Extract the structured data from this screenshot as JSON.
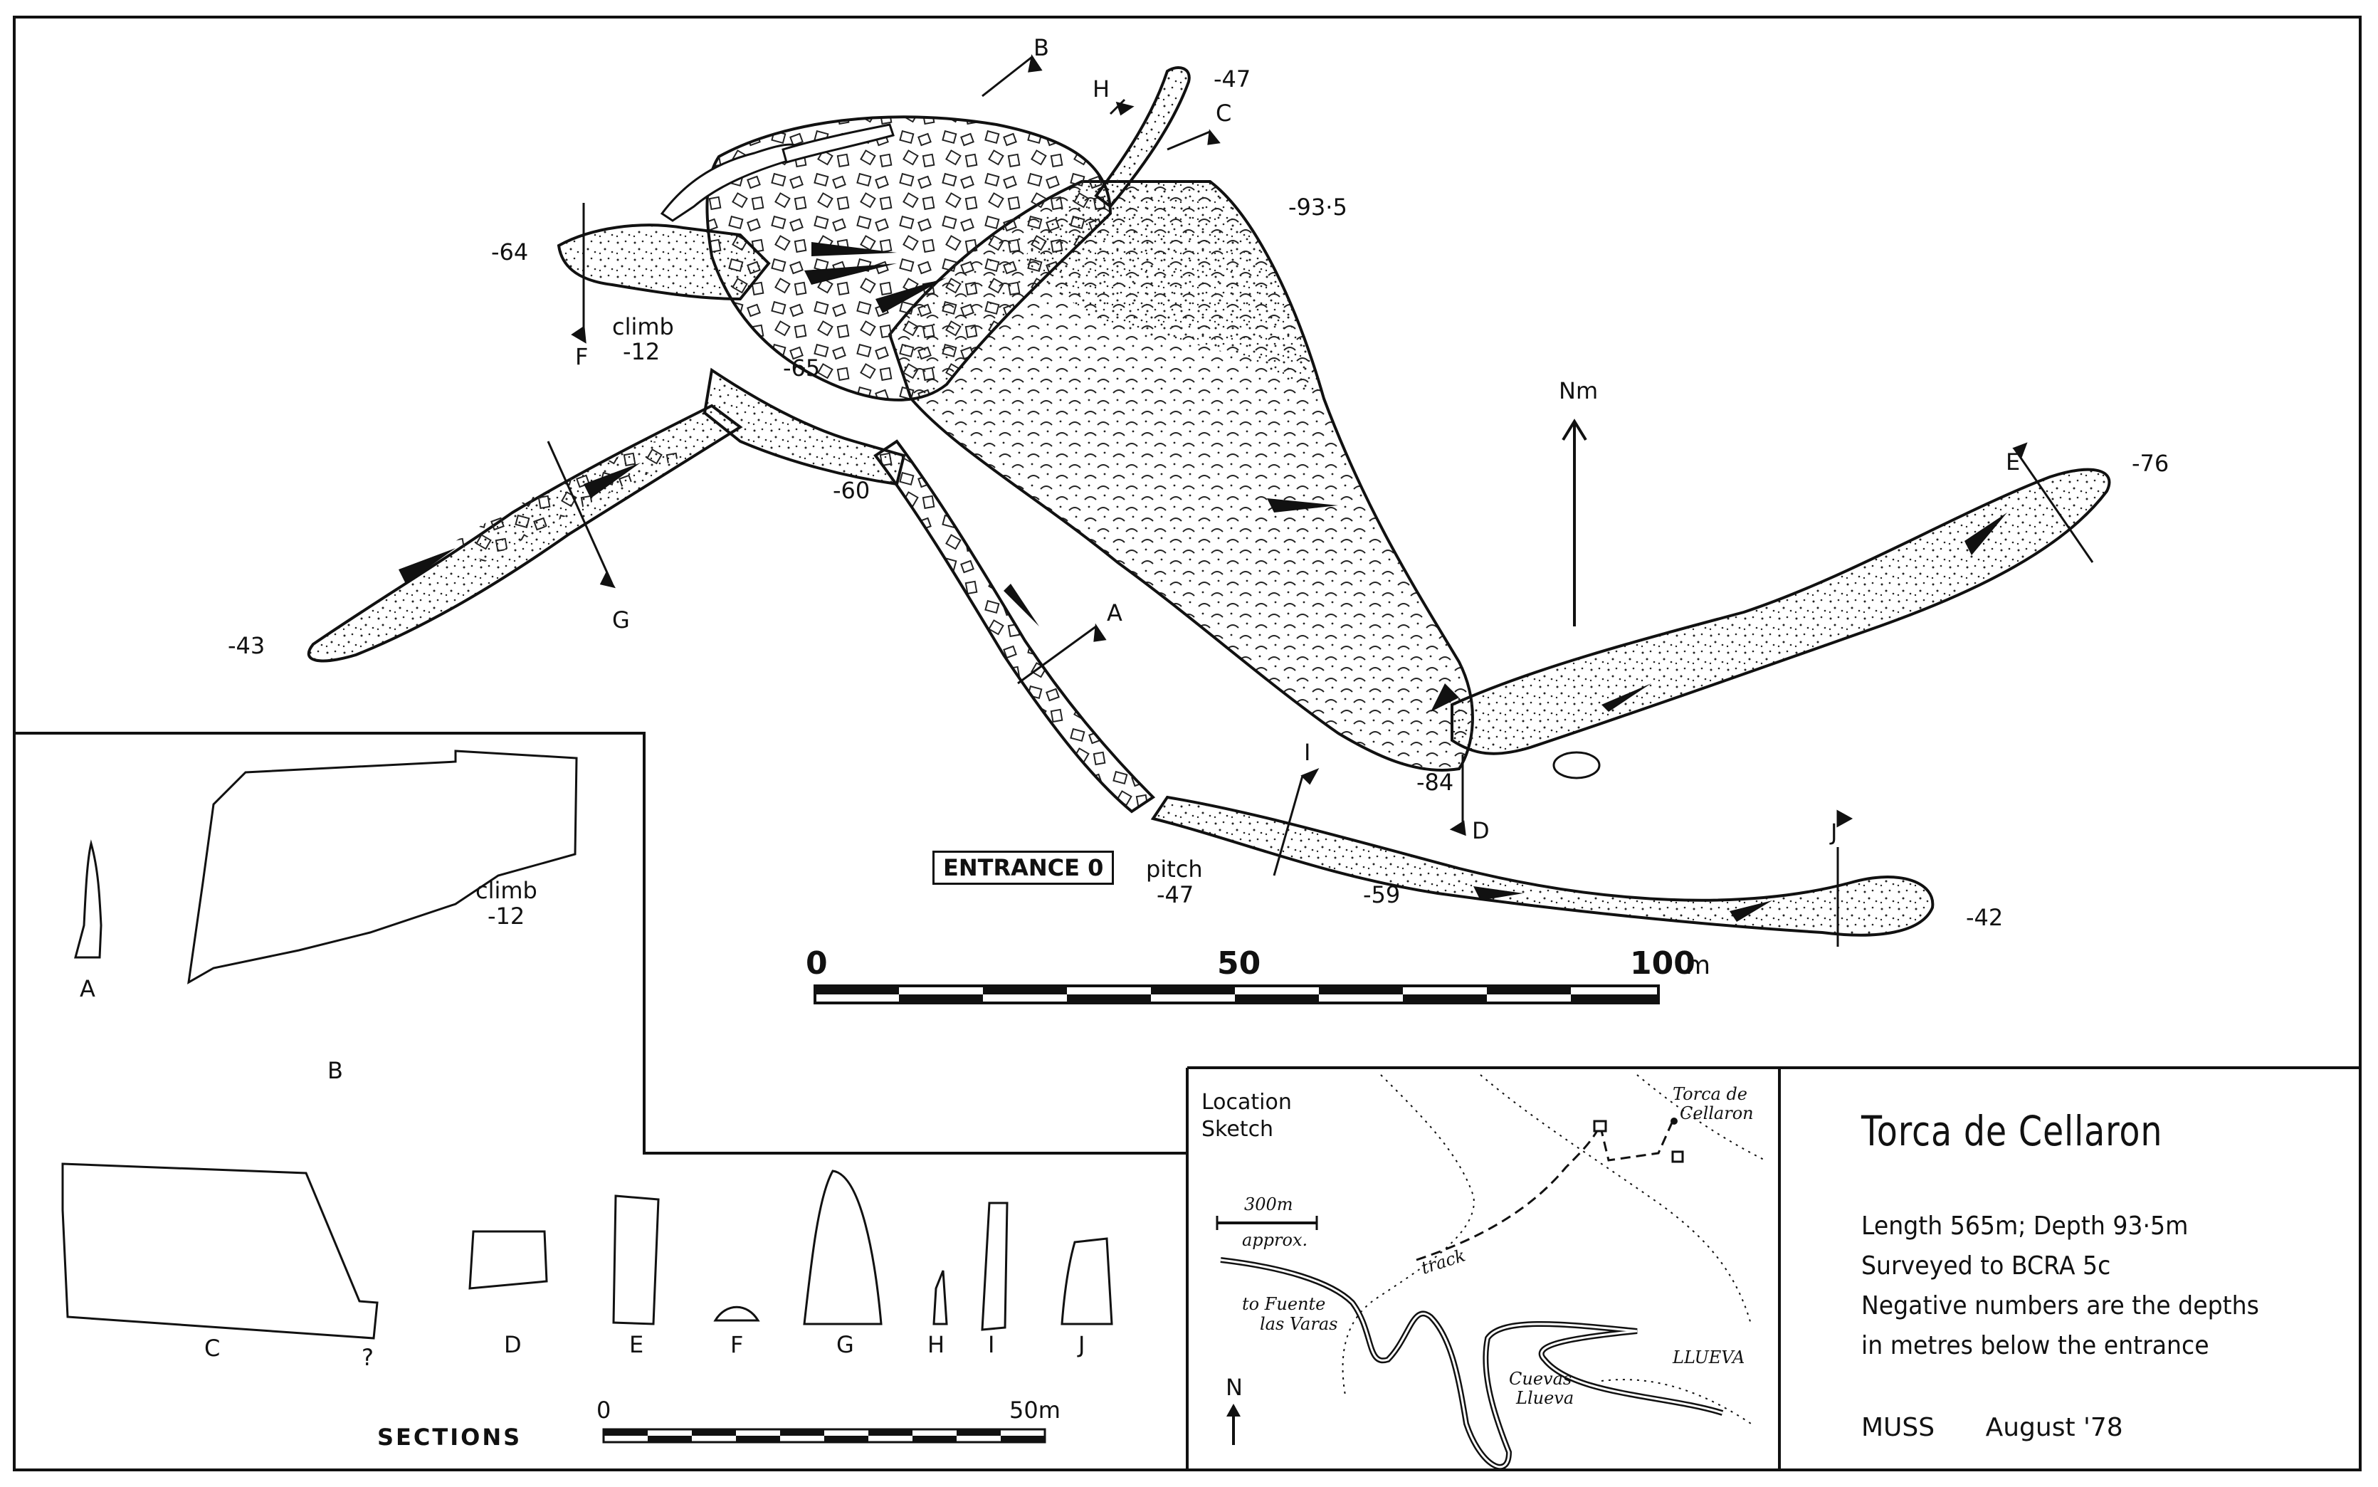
{
  "title": "Torca de Cellaron",
  "info": {
    "length_depth": "Length 565m; Depth 93·5m",
    "surveyed": "Surveyed to BCRA 5c",
    "note_line1": "Negative numbers are the depths",
    "note_line2": "in metres below the entrance"
  },
  "credit": {
    "club": "MUSS",
    "date": "August '78"
  },
  "north_label": "Nm",
  "entrance": {
    "label": "ENTRANCE 0"
  },
  "pitch": {
    "label": "pitch",
    "depth": "-47"
  },
  "climb": {
    "label": "climb",
    "depth": "-12"
  },
  "depths": {
    "d64": "-64",
    "d65": "-65",
    "d60": "-60",
    "d43": "-43",
    "d47_top": "-47",
    "d93_5": "-93·5",
    "d76": "-76",
    "d84": "-84",
    "d59": "-59",
    "d42": "-42"
  },
  "section_markers": [
    "A",
    "B",
    "C",
    "D",
    "E",
    "F",
    "G",
    "H",
    "I",
    "J"
  ],
  "main_scale": {
    "ticks": [
      "0",
      "50",
      "100"
    ],
    "unit": "m"
  },
  "sections": {
    "heading": "SECTIONS",
    "labels": [
      "A",
      "B",
      "C",
      "D",
      "E",
      "F",
      "G",
      "H",
      "I",
      "J"
    ],
    "climb_label": "climb",
    "climb_depth": "-12",
    "scale_ticks": [
      "0",
      "50m"
    ],
    "question": "?"
  },
  "location_sketch": {
    "label_line1": "Location",
    "label_line2": "Sketch",
    "scale_label": "300m",
    "scale_note": "approx.",
    "torca_line1": "Torca de",
    "torca_line2": "Cellaron",
    "track": "track",
    "to_line1": "to Fuente",
    "to_line2": "las Varas",
    "cuevas_line1": "Cuevas",
    "cuevas_line2": "Llueva",
    "llueva": "LLUEVA",
    "north": "N"
  }
}
